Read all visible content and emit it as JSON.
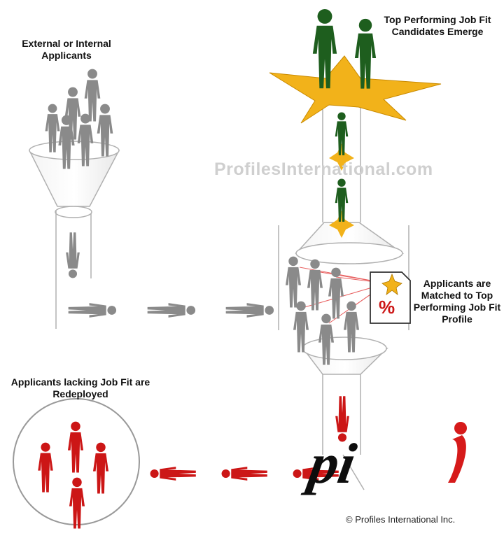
{
  "labels": {
    "external_internal": "External or Internal Applicants",
    "top_performing": "Top Performing Job Fit  Candidates Emerge",
    "matched": "Applicants are Matched to Top Performing Job Fit  Profile",
    "lacking": "Applicants lacking Job Fit  are Redeployed"
  },
  "watermark": "ProfilesInternational.com",
  "profile_icon_symbol": "%",
  "copyright": "© Profiles International Inc.",
  "logo_text": "pi",
  "colors": {
    "gray_person": "#8a8a8a",
    "green_person": "#1e5e1e",
    "red_person": "#cc1616",
    "star": "#f2b21a",
    "tube": "#b5b5b5"
  }
}
